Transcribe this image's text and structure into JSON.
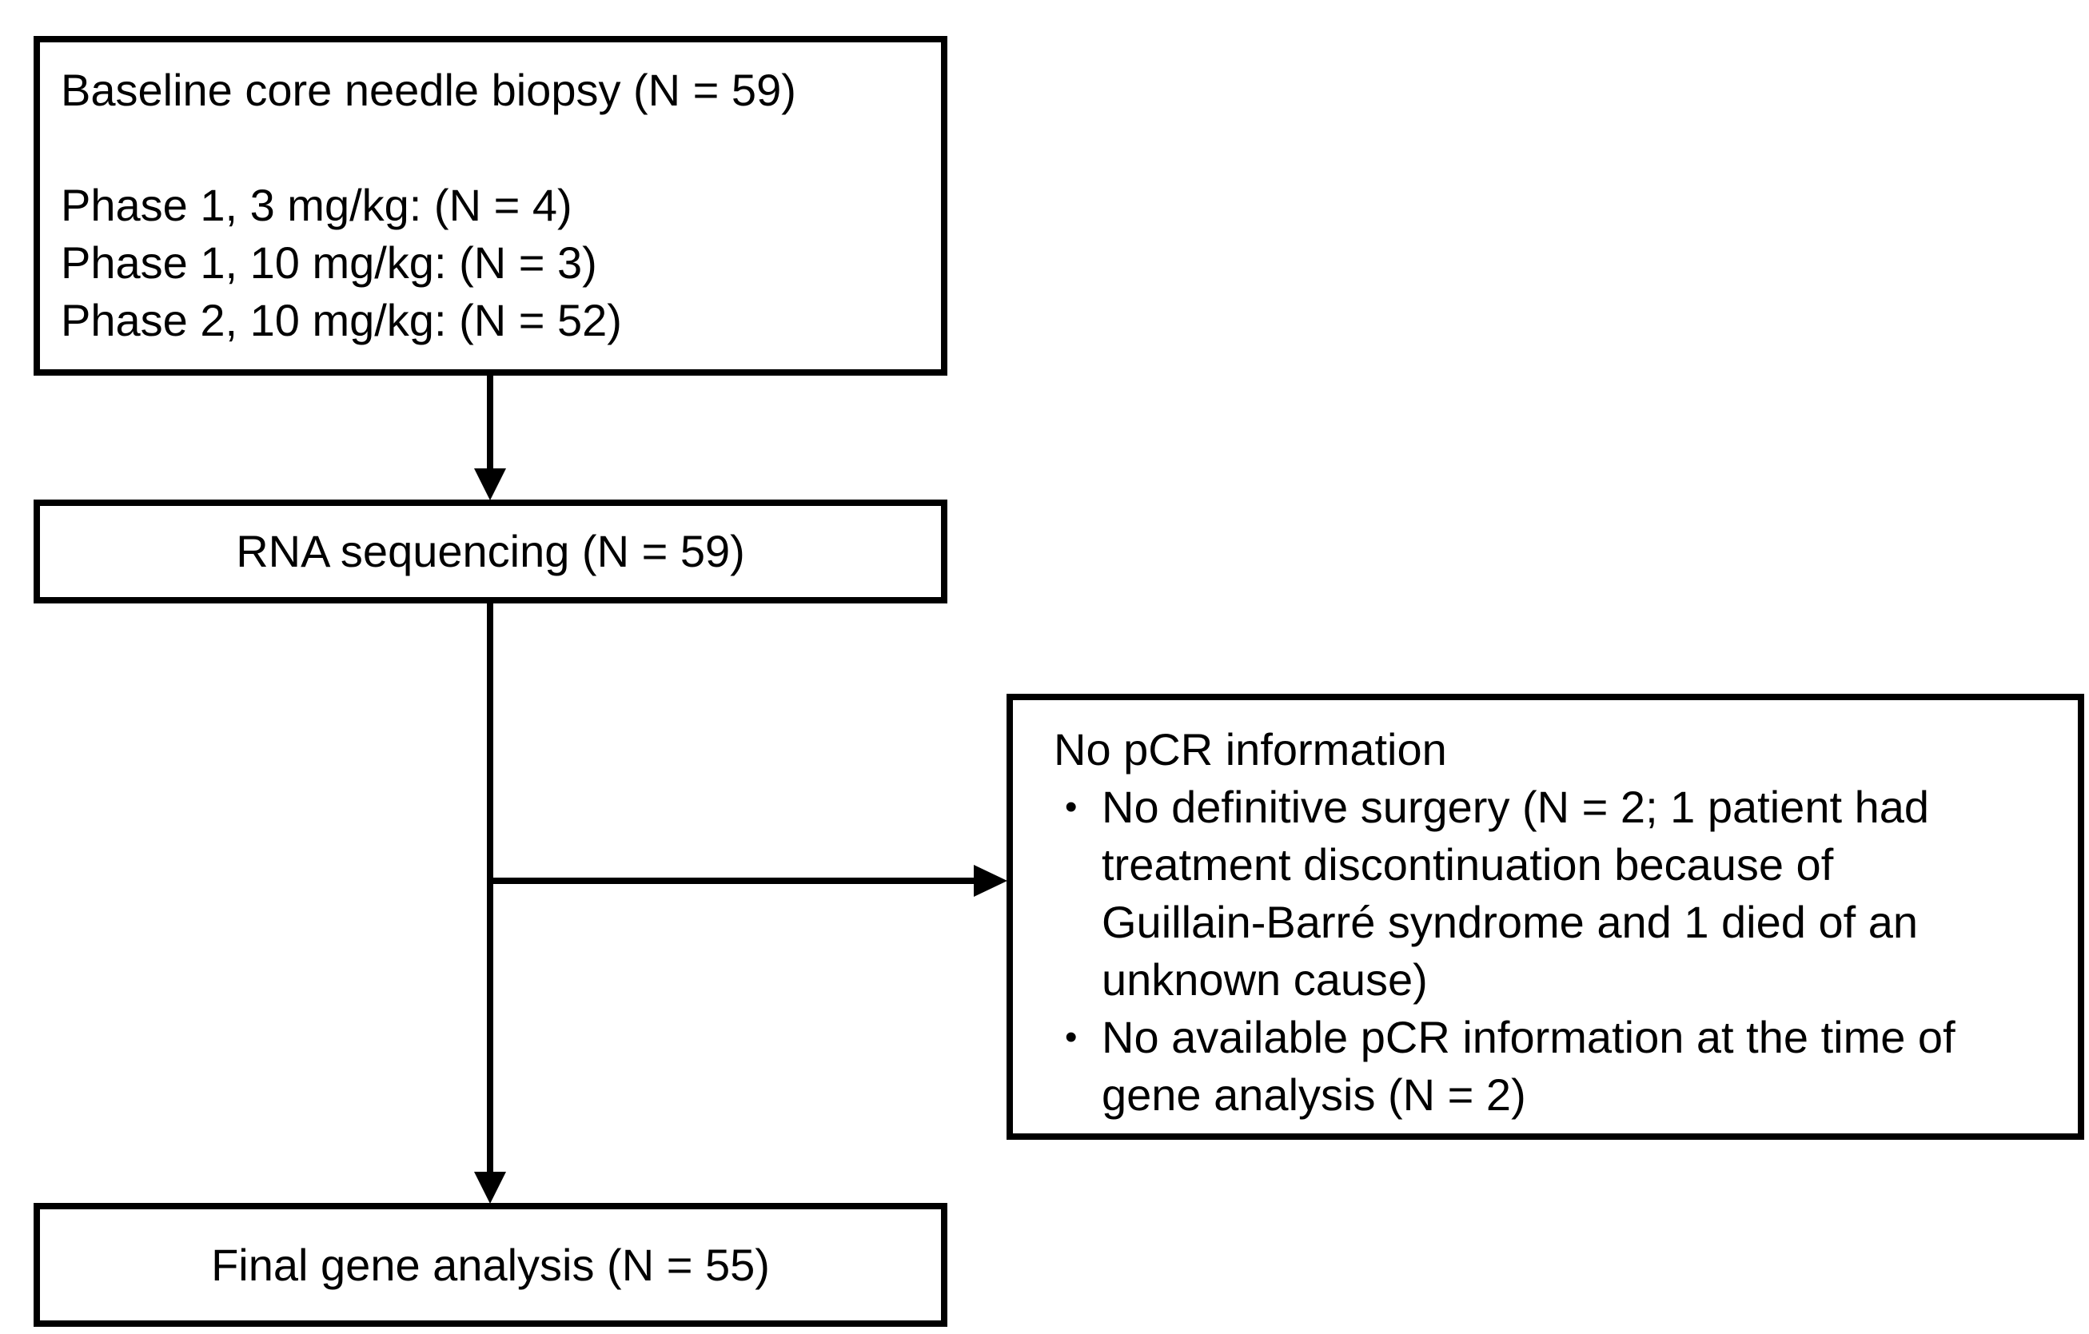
{
  "diagram": {
    "type": "patient-flow-diagram",
    "colors": {
      "background": "#ffffff",
      "border": "#000000",
      "text": "#000000"
    },
    "bullet_glyph": "•",
    "boxes": {
      "baseline": {
        "title": "Baseline core needle biopsy (N = 59)",
        "cohort_lines": [
          "Phase 1, 3 mg/kg: (N = 4)",
          "Phase 1, 10 mg/kg: (N = 3)",
          "Phase 2, 10 mg/kg: (N = 52)"
        ]
      },
      "rna": {
        "label": "RNA sequencing (N = 59)"
      },
      "no_pcr": {
        "title": "No pCR information",
        "bullets": [
          {
            "lines": [
              "No definitive surgery (N = 2; 1 patient had",
              "treatment discontinuation because of",
              "Guillain-Barré syndrome and 1 died of an",
              "unknown cause)"
            ]
          },
          {
            "lines": [
              "No available pCR information at the time of",
              "gene analysis (N = 2)"
            ]
          }
        ]
      },
      "final": {
        "label": "Final gene analysis (N = 55)"
      }
    }
  }
}
